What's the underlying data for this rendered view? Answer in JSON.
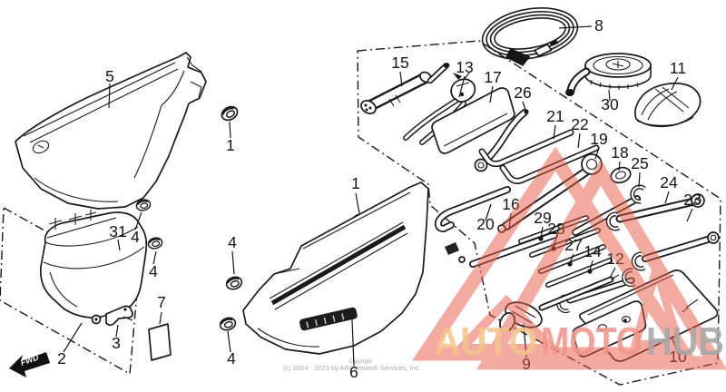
{
  "part_labels": [
    "5",
    "1",
    "4",
    "31",
    "4",
    "2",
    "3",
    "7",
    "1",
    "4",
    "4",
    "6",
    "15",
    "13",
    "17",
    "26",
    "8",
    "30",
    "11",
    "21",
    "22",
    "19",
    "18",
    "25",
    "24",
    "23",
    "16",
    "20",
    "29",
    "28",
    "27",
    "14",
    "12",
    "9",
    "10"
  ],
  "copyright_line1": "Copyright",
  "copyright_line2": "(c) 2004 - 2023 by ARI Network Services, Inc.",
  "fwd_label": "FWD",
  "watermark": {
    "segment_orange": "AUTO",
    "segment_red": "MOTO",
    "segment_gray": "HUB"
  },
  "colors": {
    "line": "#1a1a1a",
    "watermark_triangle": "#e95843",
    "watermark_orange": "#f5c489",
    "watermark_red": "#f2958b",
    "watermark_gray": "#a6a6a6",
    "copyright_gray": "#a9a9a9"
  }
}
